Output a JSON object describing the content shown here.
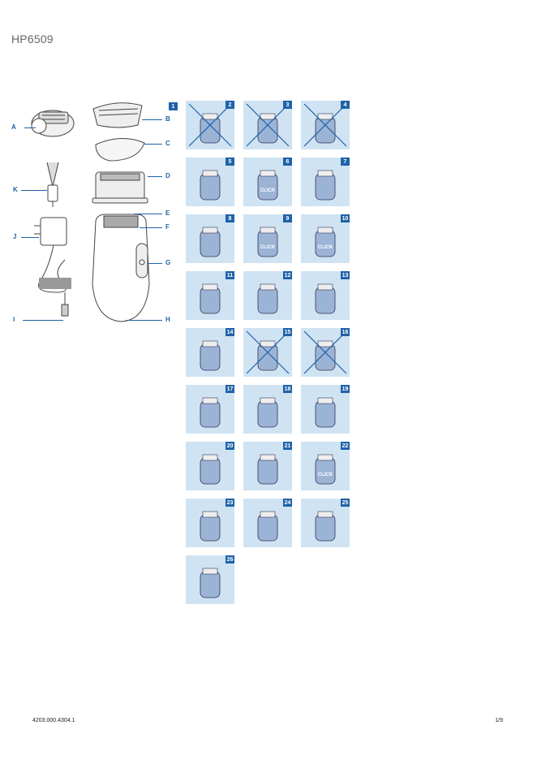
{
  "document": {
    "model": "HP6509",
    "doc_number": "4203.000.4304.1",
    "page": "1/9"
  },
  "overview": {
    "figure_number": "1",
    "labels": [
      "A",
      "B",
      "C",
      "D",
      "E",
      "F",
      "G",
      "H",
      "I",
      "J",
      "K"
    ]
  },
  "steps": [
    {
      "n": "2",
      "crossed": true
    },
    {
      "n": "3",
      "crossed": true
    },
    {
      "n": "4",
      "crossed": true
    },
    {
      "n": "5",
      "crossed": false
    },
    {
      "n": "6",
      "crossed": false,
      "text": "CLICK"
    },
    {
      "n": "7",
      "crossed": false
    },
    {
      "n": "8",
      "crossed": false
    },
    {
      "n": "9",
      "crossed": false,
      "text": "CLICK"
    },
    {
      "n": "10",
      "crossed": false,
      "text": "CLICK"
    },
    {
      "n": "11",
      "crossed": false
    },
    {
      "n": "12",
      "crossed": false
    },
    {
      "n": "13",
      "crossed": false
    },
    {
      "n": "14",
      "crossed": false
    },
    {
      "n": "15",
      "crossed": true
    },
    {
      "n": "16",
      "crossed": true
    },
    {
      "n": "17",
      "crossed": false
    },
    {
      "n": "18",
      "crossed": false
    },
    {
      "n": "19",
      "crossed": false
    },
    {
      "n": "20",
      "crossed": false
    },
    {
      "n": "21",
      "crossed": false
    },
    {
      "n": "22",
      "crossed": false,
      "text": "CLICK"
    },
    {
      "n": "23",
      "crossed": false
    },
    {
      "n": "24",
      "crossed": false
    },
    {
      "n": "25",
      "crossed": false
    },
    {
      "n": "26",
      "crossed": false
    }
  ],
  "colors": {
    "accent": "#1f62a8",
    "panel": "#cfe3f3",
    "device": "#9bb4d6"
  }
}
